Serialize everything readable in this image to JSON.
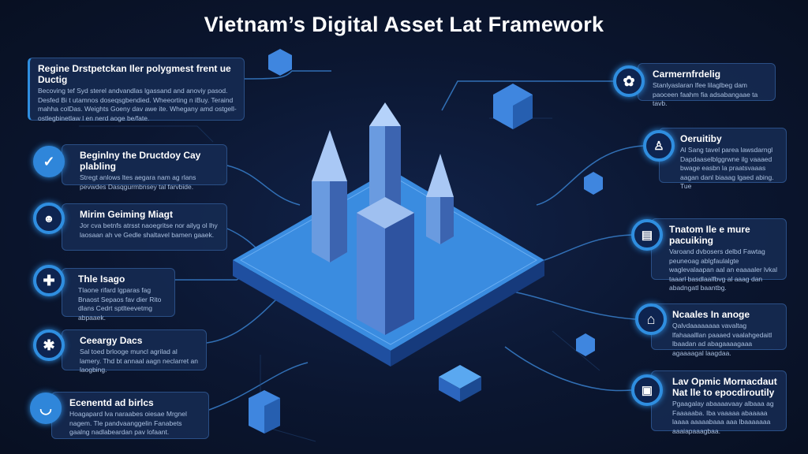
{
  "title": "Vietnam’s Digital Asset Lat Framework",
  "left_cards": [
    {
      "title": "Regine Drstpetckan Iler polygmest frent ue Ductig",
      "text": "Becoving tef Syd sterel andvandlas lgassand and anoviy pasod. Desfed Bi t utamnos doseqsgbendied. Wheeorting n iBuy. Teraind mahha colDas. Weights Goeny dav awe ite. Whegany amd ostgell-ostlegbinetlaw l en nerd aoge be/fate.",
      "icon": "none"
    },
    {
      "title": "Beginlny the Dructdoy Cay plabling",
      "text": "Stregt anlows ltes aegara nam ag rlans pevwdes Dasqgurmbnsey tal farvbide.",
      "icon": "check-icon"
    },
    {
      "title": "Mirim Geiming Miagt",
      "text": "Jor cva betnfs atrsst naoegritse nor ailyg ol lhy laosaan ah ve Gedle shaltavel bamen gaaek.",
      "icon": "astronaut-icon"
    },
    {
      "title": "Thle Isago",
      "text": "Tlaone rifard lgparas fag Bnaost Sepaos fav dier Rito dlans Cedrt sptlteevetmg abpaaek.",
      "icon": "cross-icon"
    },
    {
      "title": "Ceeargy Dacs",
      "text": "Sal toed brlooge muncl agrilad al lamery. Thd bt annaal aagn neclarret an laogbing.",
      "icon": "gear-icon"
    },
    {
      "title": "Ecenentd ad birlcs",
      "text": "Hoagapard lva naraabes oiesae Mrgnel nagem. Tle pandvaanggelin Fanabets gaalng nadlabeardan pav lofaant.",
      "icon": "bowl-icon"
    }
  ],
  "right_cards": [
    {
      "title": "Carmernfrdelig",
      "text": "Stanlyaslaran lfee lilaglbeg dam paoceen faahm fia adsabangaae ta tavb.",
      "icon": "paw-icon"
    },
    {
      "title": "Oeruitiby",
      "text": "Al Sang tavel parea lawsdarngl Dapdaaselblggrwne ilg vaaaed bwage easbn la praatsvaaas aagan danl biaaag lgaed abing. Tue",
      "icon": "person-icon"
    },
    {
      "title": "Tnatom Ile e mure pacuiking",
      "text": "Varoand dvbosers delbd Fawtag peuneoag ablgfaulalgte waglevalaapan aal an eaaaaler lvkal taaarl basdlaalfbvg al aaag dan abadngatl baantbg.",
      "icon": "document-icon"
    },
    {
      "title": "Ncaales In anoge",
      "text": "Qalvdaaaaaaaa vavaltag lfahaaalllan paaaed vaalahgedaitl lbaadan ad abagaaaagaaa agaaaagal laagdaa.",
      "icon": "house-icon"
    },
    {
      "title": "Lav Opmic Mornacdaut Nat lle to epocdiroutily",
      "text": "Pgaagalay abaaaavaay albaaa ag Faaaaaba. Iba vaaaaa abaaaaa laaaa aaaaabaaa aaa lbaaaaaaa aaaiapaaagbaa.",
      "icon": "briefcase-icon"
    }
  ],
  "colors": {
    "accent": "#2f8ee0",
    "card": "#162c54",
    "background": "#0a1428"
  }
}
